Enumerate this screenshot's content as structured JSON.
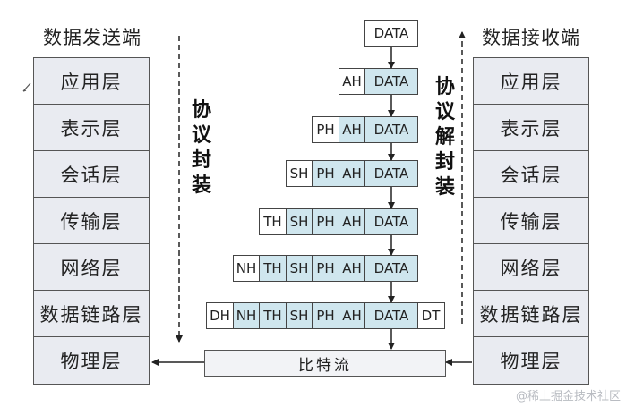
{
  "sender": {
    "title": "数据发送端",
    "layers": [
      "应用层",
      "表示层",
      "会话层",
      "传输层",
      "网络层",
      "数据链路层",
      "物理层"
    ]
  },
  "receiver": {
    "title": "数据接收端",
    "layers": [
      "应用层",
      "表示层",
      "会话层",
      "传输层",
      "网络层",
      "数据链路层",
      "物理层"
    ]
  },
  "labels": {
    "encapsulation": "协议封装",
    "decapsulation": "协议解封装",
    "bitstream": "比特流"
  },
  "packets": [
    [
      "DATA"
    ],
    [
      "AH",
      "DATA"
    ],
    [
      "PH",
      "AH",
      "DATA"
    ],
    [
      "SH",
      "PH",
      "AH",
      "DATA"
    ],
    [
      "TH",
      "SH",
      "PH",
      "AH",
      "DATA"
    ],
    [
      "NH",
      "TH",
      "SH",
      "PH",
      "AH",
      "DATA"
    ],
    [
      "DH",
      "NH",
      "TH",
      "SH",
      "PH",
      "AH",
      "DATA",
      "DT"
    ]
  ],
  "watermark": "@稀土掘金技术社区",
  "colors": {
    "layer_bg": "#e9ebf1",
    "header_fill": "#cfe6ee",
    "border": "#555555"
  }
}
